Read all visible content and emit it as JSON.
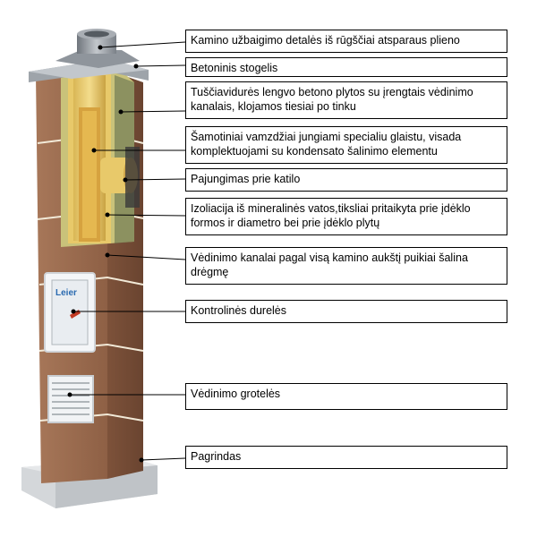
{
  "brand": {
    "logo_text": "Leier"
  },
  "labels": [
    {
      "id": "cap",
      "text": "Kamino užbaigimo detalės iš rūgščiai atsparaus plieno"
    },
    {
      "id": "roof",
      "text": "Betoninis stogelis"
    },
    {
      "id": "blocks",
      "text": "Tuščiavidurės lengvo betono plytos su įrengtais vėdinimo kanalais, klojamos tiesiai po tinku"
    },
    {
      "id": "flue",
      "text": "Šamotiniai vamzdžiai jungiami specialiu glaistu, visada komplektuojami su kondensato šalinimo elementu"
    },
    {
      "id": "connection",
      "text": "Pajungimas prie katilo"
    },
    {
      "id": "insulation",
      "text": "Izoliacija iš mineralinės vatos,tiksliai pritaikyta prie įdėklo formos ir diametro bei prie įdėklo plytų"
    },
    {
      "id": "ventchannels",
      "text": "Vėdinimo kanalai pagal visą kamino aukštį puikiai šalina drėgmę"
    },
    {
      "id": "door",
      "text": "Kontrolinės durelės"
    },
    {
      "id": "grille",
      "text": "Vėdinimo grotelės"
    },
    {
      "id": "base",
      "text": "Pagrindas"
    }
  ],
  "colors": {
    "brick": "#9a6a4a",
    "brick_dark": "#7a5038",
    "liner": "#e8c96a",
    "insulation": "#c9c27a",
    "concrete": "#c4c8cc",
    "steel": "#8f959c"
  }
}
